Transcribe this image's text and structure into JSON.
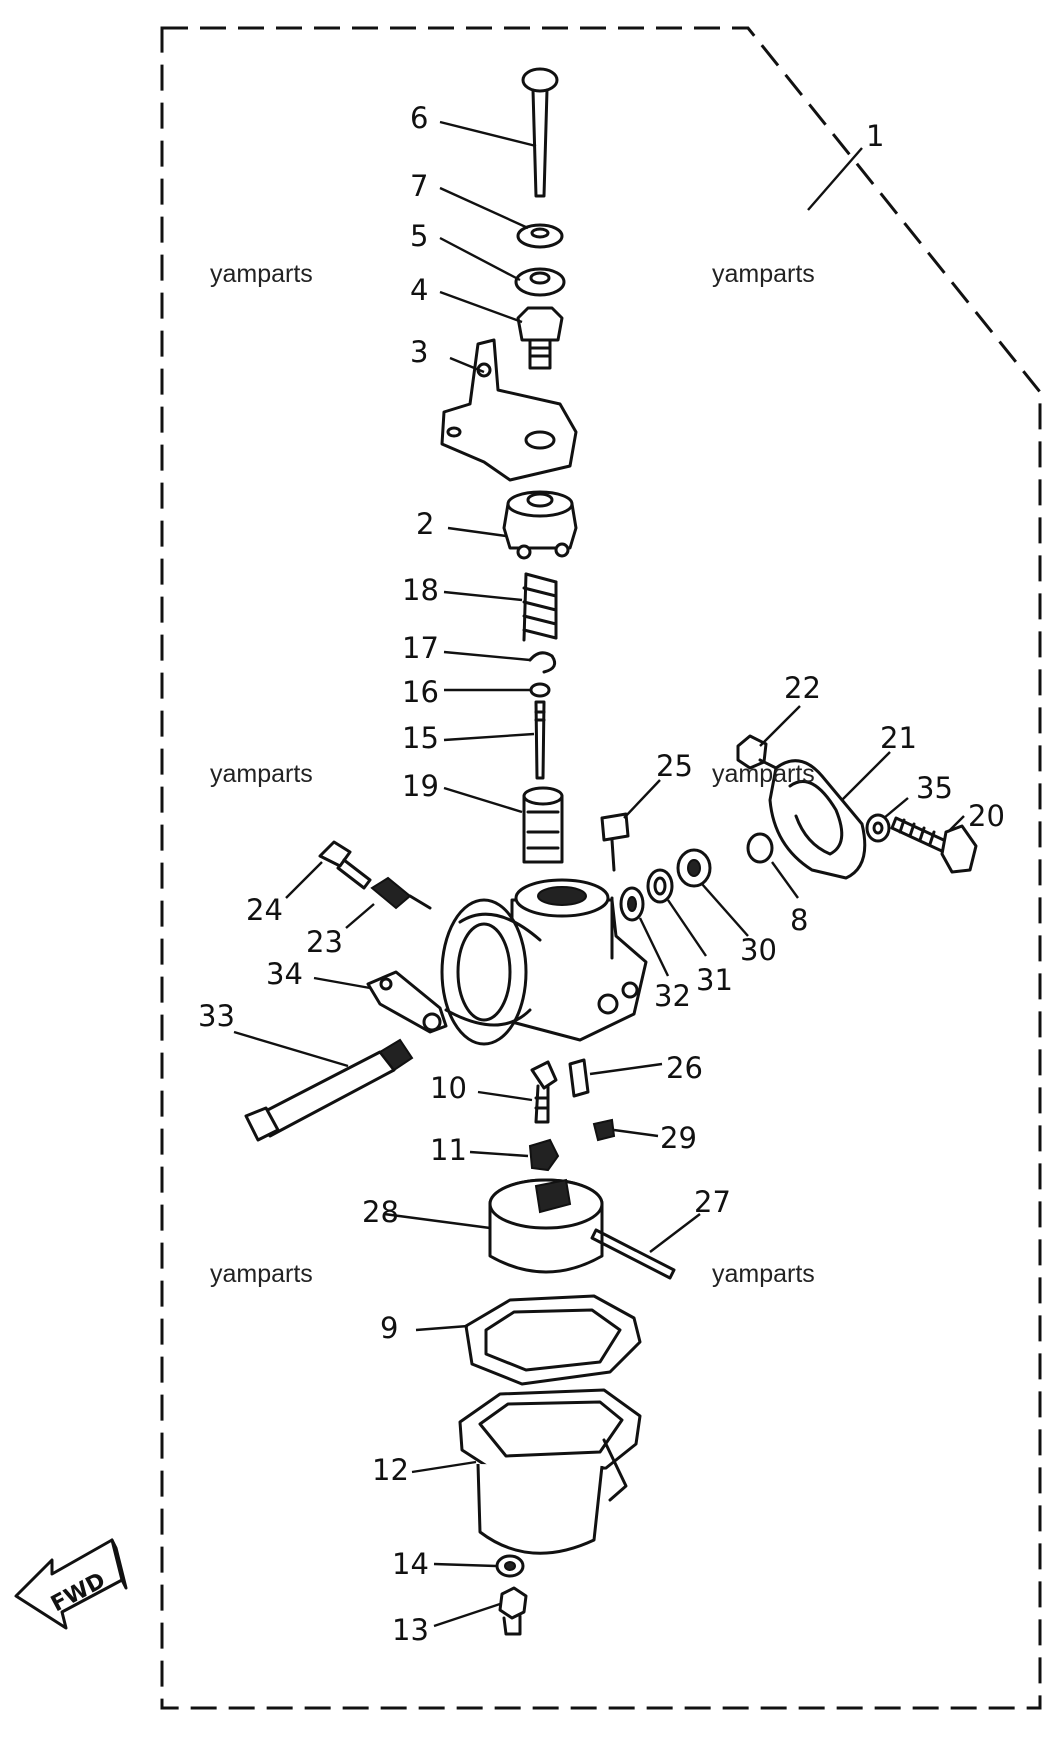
{
  "diagram": {
    "callouts": [
      "1",
      "2",
      "3",
      "4",
      "5",
      "6",
      "7",
      "8",
      "9",
      "10",
      "11",
      "12",
      "13",
      "14",
      "15",
      "16",
      "17",
      "18",
      "19",
      "20",
      "21",
      "22",
      "23",
      "24",
      "25",
      "26",
      "27",
      "28",
      "29",
      "30",
      "31",
      "32",
      "33",
      "34",
      "35"
    ],
    "watermarks": [
      "yamparts",
      "yamparts",
      "yamparts",
      "yamparts",
      "yamparts",
      "yamparts"
    ],
    "fwd_label": "FWD"
  }
}
